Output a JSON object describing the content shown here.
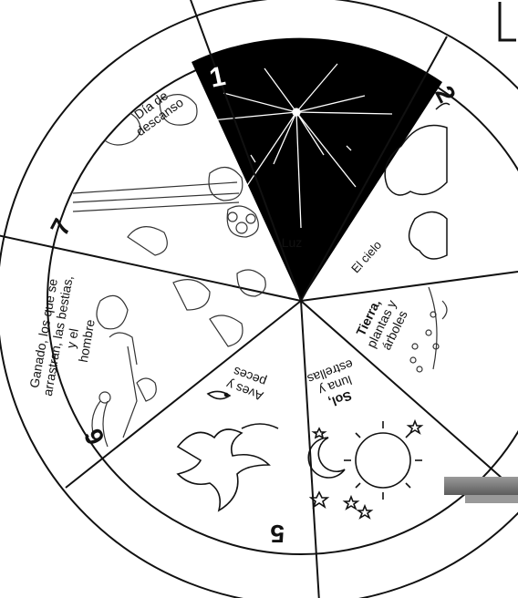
{
  "wheel": {
    "sectors": [
      {
        "number": "1",
        "title": "Luz",
        "subtitle": ""
      },
      {
        "number": "2",
        "title": "El cielo",
        "subtitle": ""
      },
      {
        "number": "",
        "title": "Tierra, plantas y árboles",
        "subtitle": ""
      },
      {
        "number": "",
        "title": "Sol, luna y estrellas",
        "subtitle": ""
      },
      {
        "number": "5",
        "title": "Aves y peces",
        "subtitle": ""
      },
      {
        "number": "6",
        "title": "Ganado, los que se arrastran, las bestias, y el hombre",
        "subtitle": ""
      },
      {
        "number": "7",
        "title": "Día de descanso",
        "subtitle": ""
      }
    ],
    "lines": {
      "luz": "Luz",
      "cielo": "El cielo",
      "tierra_1": "Tierra,",
      "tierra_2": "plantas y",
      "tierra_3": "árboles",
      "sol_1": "Sol,",
      "sol_2": "luna y",
      "sol_3": "estrellas",
      "aves_1": "Aves y",
      "aves_2": "peces",
      "ganado_1": "Ganado, los que se",
      "ganado_2": "arrastran, las bestias,",
      "ganado_3": "y el",
      "ganado_4": "hombre",
      "dia_1": "Día de",
      "dia_2": "descanso",
      "n1": "1",
      "n2": "2",
      "n5": "5",
      "n6": "6",
      "n7": "7"
    },
    "colors": {
      "ink": "#111111",
      "dark_sector": "#000000",
      "paper": "#ffffff",
      "shadow_bar": "#8a8a8a"
    }
  }
}
